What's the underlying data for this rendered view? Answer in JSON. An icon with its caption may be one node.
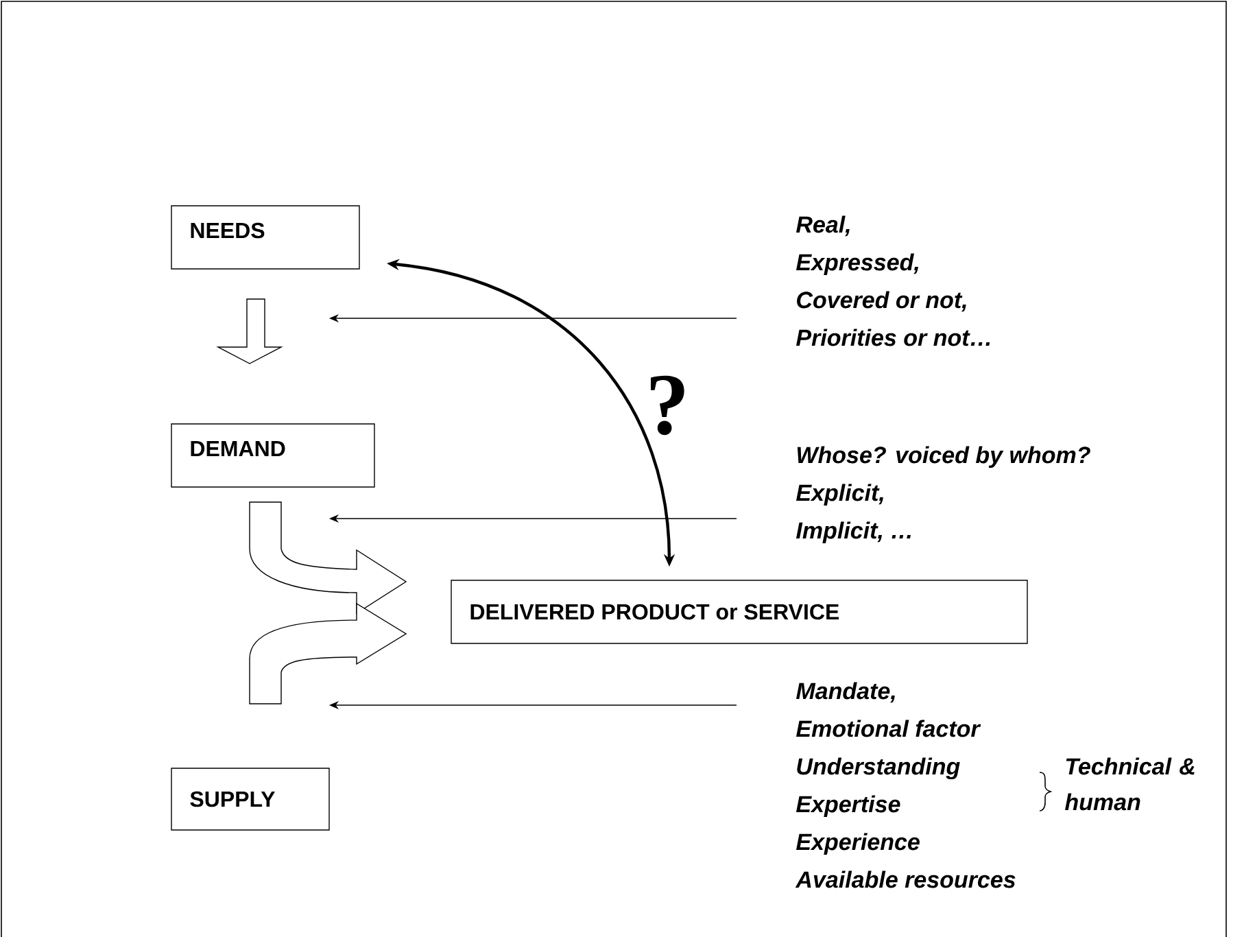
{
  "diagram": {
    "nodes": [
      {
        "text": [
          "NEEDS"
        ]
      },
      {
        "text": [
          "DEMAND"
        ]
      },
      {
        "text": [
          "DELIVERED PRODUCT or  SERVICE"
        ]
      },
      {
        "text": [
          "SUPPLY"
        ]
      },
      {
        "text": [
          "Real,",
          "Expressed,",
          "Covered or not,",
          "Priorities or not…"
        ]
      },
      {
        "text": [
          "Whose? voiced by whom?",
          "Explicit,",
          "Implicit, …"
        ]
      },
      {
        "text": [
          "Mandate,",
          "Emotional factor",
          "Understanding",
          "Expertise",
          "Experience",
          "Available resources",
          "Technical & human"
        ]
      }
    ],
    "edges": [
      {
        "from": 0,
        "to": 1,
        "arrow": "to"
      },
      {
        "from": 1,
        "to": 2,
        "arrow": "to"
      },
      {
        "from": 3,
        "to": 2,
        "arrow": "to"
      },
      {
        "from": 0,
        "to": 2,
        "arrow": "both",
        "style": "thick",
        "label": "?"
      },
      {
        "from": 4,
        "to": null,
        "arrow": "to"
      },
      {
        "from": 5,
        "to": null,
        "arrow": "to"
      },
      {
        "from": 6,
        "to": null,
        "arrow": "to"
      }
    ]
  }
}
